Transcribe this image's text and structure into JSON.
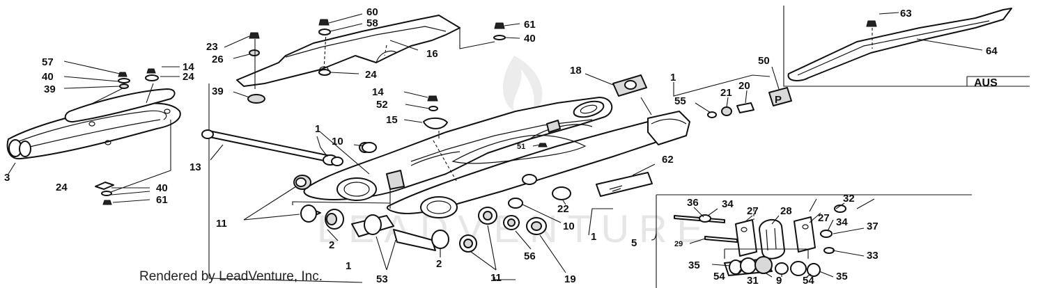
{
  "credit": "Rendered by LeadVenture, Inc.",
  "watermark": "LEADVENTURE",
  "inset_label": "AUS",
  "callouts": {
    "c1a": "1",
    "c1b": "1",
    "c1c": "1",
    "c1d": "1",
    "c2a": "2",
    "c2b": "2",
    "c3": "3",
    "c5": "5",
    "c9": "9",
    "c10a": "10",
    "c10b": "10",
    "c11a": "11",
    "c11b": "11",
    "c13": "13",
    "c14a": "14",
    "c14b": "14",
    "c15": "15",
    "c16": "16",
    "c18": "18",
    "c19": "19",
    "c20": "20",
    "c21": "21",
    "c22": "22",
    "c23": "23",
    "c24a": "24",
    "c24b": "24",
    "c24c": "24",
    "c26": "26",
    "c27a": "27",
    "c27b": "27",
    "c28": "28",
    "c29": "29",
    "c31": "31",
    "c32": "32",
    "c33": "33",
    "c34a": "34",
    "c34b": "34",
    "c35a": "35",
    "c35b": "35",
    "c36": "36",
    "c37": "37",
    "c39a": "39",
    "c39b": "39",
    "c40a": "40",
    "c40b": "40",
    "c40c": "40",
    "c50": "50",
    "c51": "51",
    "c52": "52",
    "c53": "53",
    "c54a": "54",
    "c54b": "54",
    "c55": "55",
    "c56": "56",
    "c57": "57",
    "c58": "58",
    "c60": "60",
    "c61a": "61",
    "c61b": "61",
    "c62": "62",
    "c63": "63",
    "c64": "64"
  }
}
